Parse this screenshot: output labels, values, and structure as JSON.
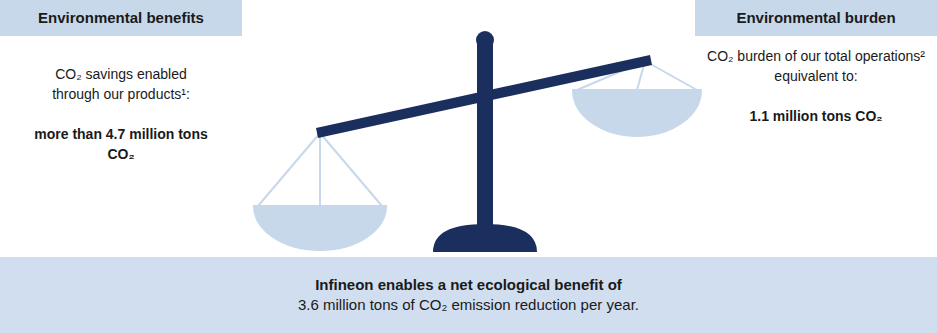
{
  "diagram": {
    "nodes": [
      {
        "text": [
          "Environmental benefits",
          "CO₂ savings enabled through our products¹:",
          "more than 4.7 million tons CO₂"
        ]
      },
      {
        "text": [
          "Environmental burden",
          "CO₂ burden of our total operations² equivalent to:",
          "1.1 million tons CO₂"
        ]
      },
      {
        "text": [
          "Infineon enables a net ecological benefit of",
          "3.6 million tons of CO₂ emission reduction per year."
        ]
      }
    ]
  }
}
